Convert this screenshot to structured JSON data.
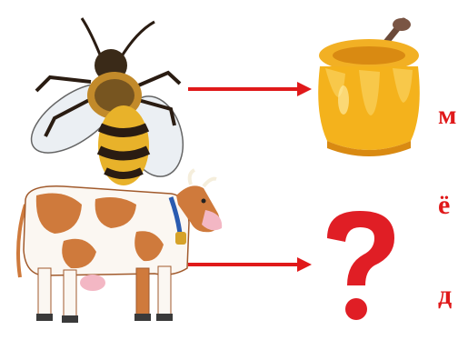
{
  "colors": {
    "arrow": "#e0191a",
    "question": "#e01e25",
    "honey": "#f4b21c",
    "honey_dark": "#d98a12",
    "cow_patch": "#cf7a3c",
    "bee_stripe": "#2a1c12",
    "bee_yellow": "#e8b22a"
  },
  "icons": {
    "bee": "bee-icon",
    "honey_pot": "honey-pot-icon",
    "cow": "cow-icon",
    "question": "question-mark-icon"
  },
  "top_row": {
    "label_line1": "м",
    "label_line2": "ё",
    "label_line3": "д"
  }
}
